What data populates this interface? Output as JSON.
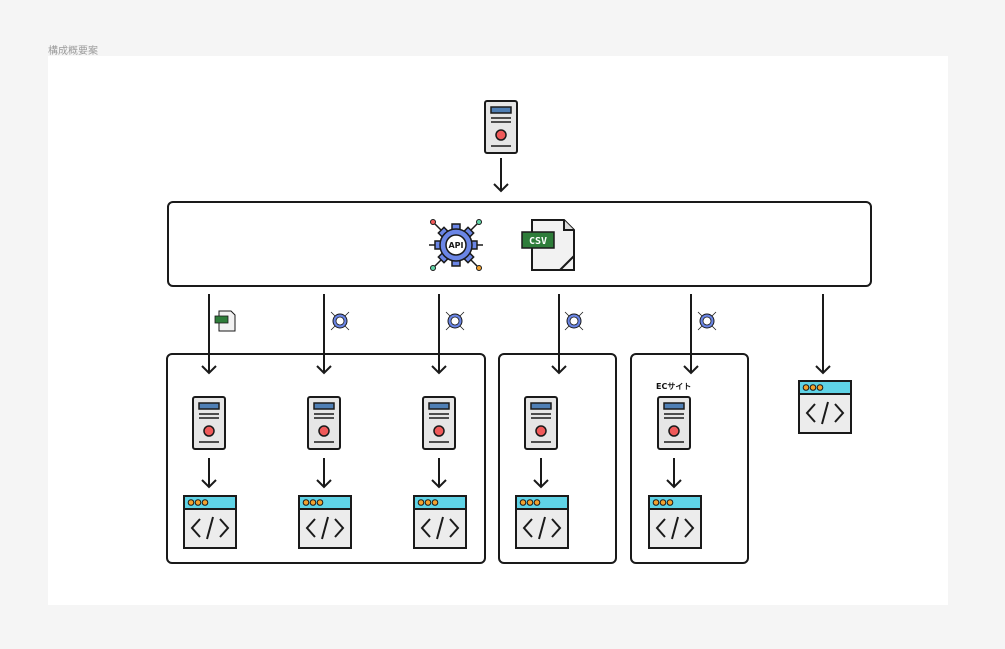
{
  "frame": {
    "title": "構成概要案"
  },
  "api_gear": {
    "label": "API"
  },
  "csv_file": {
    "label": "CSV"
  },
  "ec_site": {
    "label": "ECサイト"
  },
  "colors": {
    "server_body": "#e6e6e6",
    "server_screen": "#4f7fb5",
    "server_light": "#f05a5a",
    "gear": "#6b86e6",
    "csv_tag": "#2e7d3a",
    "browser_bar": "#5fd3e6",
    "browser_dots": "#f2a22e",
    "stroke": "#1a1a1a"
  }
}
